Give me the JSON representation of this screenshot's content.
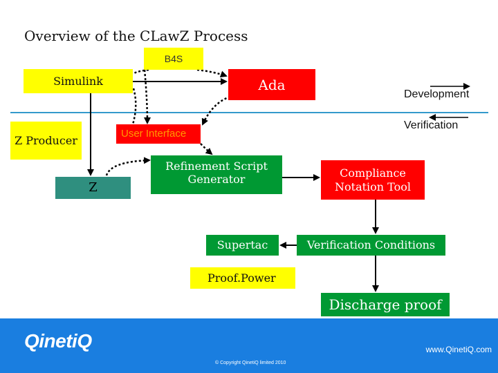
{
  "title": "Overview of the CLawZ Process",
  "nodes": {
    "b4s": "B4S",
    "simulink": "Simulink",
    "ada": "Ada",
    "z_producer": "Z Producer",
    "user_interface": "User Interface",
    "z": "Z",
    "refinement_script_generator": "Refinement Script Generator",
    "compliance_notation_tool": "Compliance Notation Tool",
    "supertac": "Supertac",
    "verification_conditions": "Verification Conditions",
    "proofpower": "Proof.Power",
    "discharge_proof": "Discharge proof"
  },
  "legend": {
    "development": "Development",
    "verification": "Verification"
  },
  "footer": {
    "logo": "QinetiQ",
    "url": "www.QinetiQ.com",
    "copyright": "© Copyright QinetiQ limited 2010"
  },
  "colors": {
    "yellow": "#ffff00",
    "red": "#ff0000",
    "green": "#009933",
    "teal": "#2f8f7f",
    "divider": "#3399cc",
    "footer": "#1a7ee0",
    "user_interface_text": "#ff9900"
  }
}
